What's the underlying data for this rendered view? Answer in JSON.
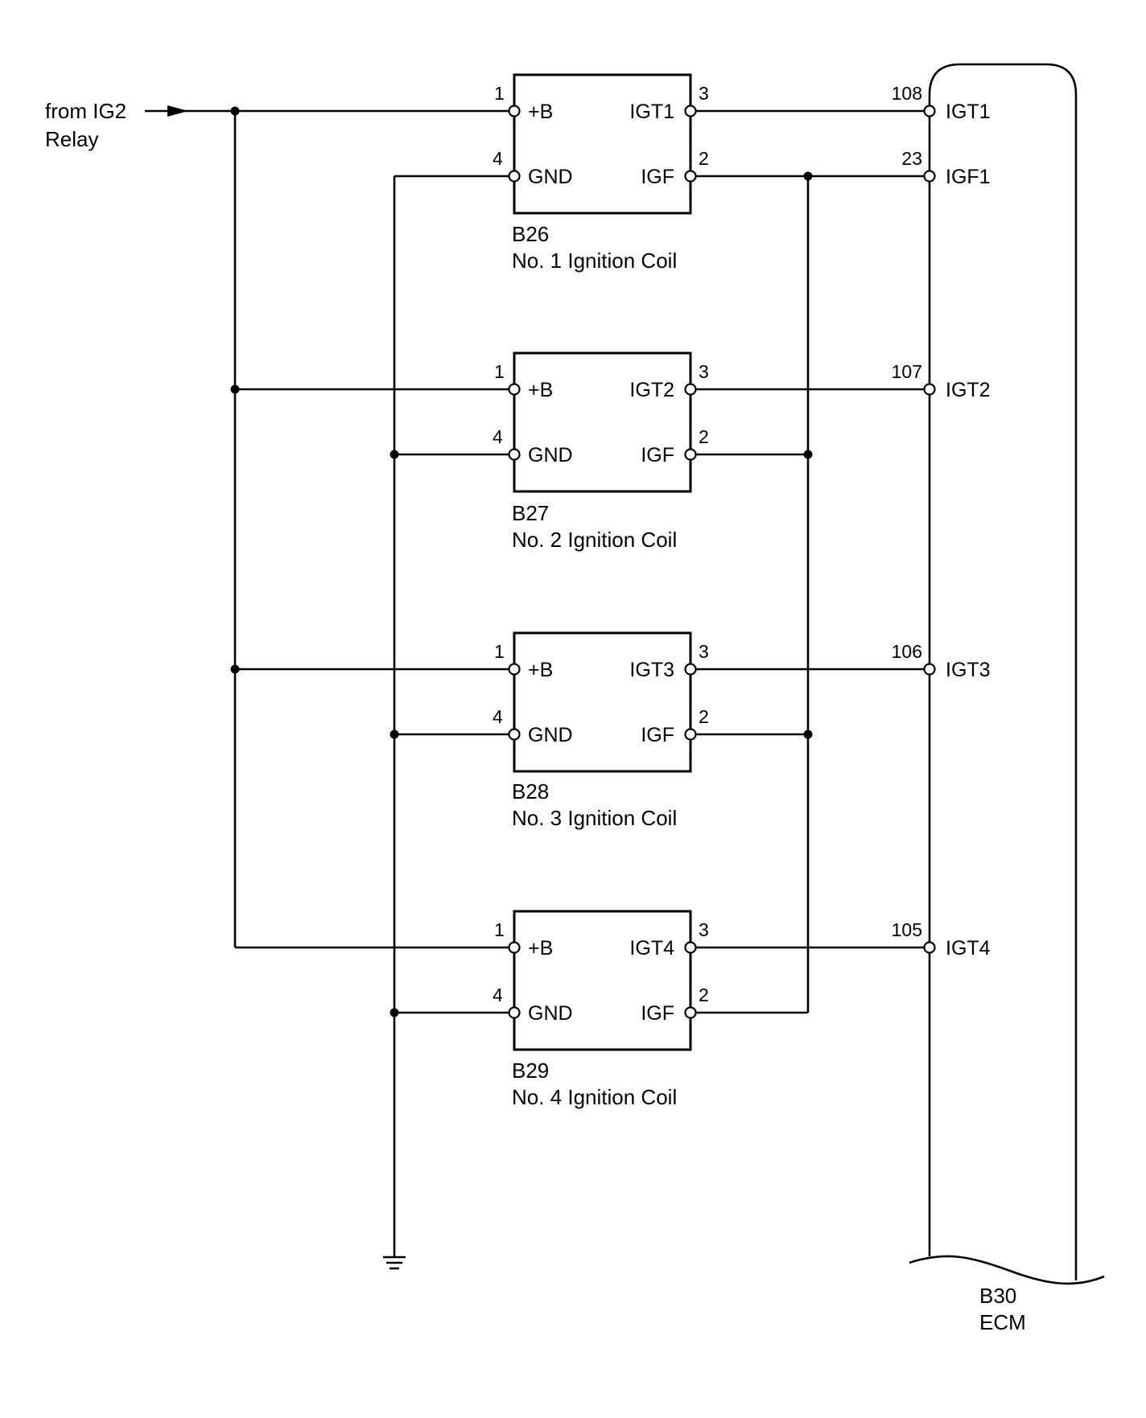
{
  "source": {
    "line1": "from IG2",
    "line2": "Relay"
  },
  "coils": [
    {
      "connector": "B26",
      "name": "No. 1 Ignition Coil",
      "pins": {
        "b_pin": "1",
        "b_sig": "+B",
        "gnd_pin": "4",
        "gnd_sig": "GND",
        "igt_pin": "3",
        "igt_sig": "IGT1",
        "igf_pin": "2",
        "igf_sig": "IGF"
      }
    },
    {
      "connector": "B27",
      "name": "No. 2 Ignition Coil",
      "pins": {
        "b_pin": "1",
        "b_sig": "+B",
        "gnd_pin": "4",
        "gnd_sig": "GND",
        "igt_pin": "3",
        "igt_sig": "IGT2",
        "igf_pin": "2",
        "igf_sig": "IGF"
      }
    },
    {
      "connector": "B28",
      "name": "No. 3 Ignition Coil",
      "pins": {
        "b_pin": "1",
        "b_sig": "+B",
        "gnd_pin": "4",
        "gnd_sig": "GND",
        "igt_pin": "3",
        "igt_sig": "IGT3",
        "igf_pin": "2",
        "igf_sig": "IGF"
      }
    },
    {
      "connector": "B29",
      "name": "No. 4 Ignition Coil",
      "pins": {
        "b_pin": "1",
        "b_sig": "+B",
        "gnd_pin": "4",
        "gnd_sig": "GND",
        "igt_pin": "3",
        "igt_sig": "IGT4",
        "igf_pin": "2",
        "igf_sig": "IGF"
      }
    }
  ],
  "ecm": {
    "connector": "B30",
    "name": "ECM",
    "terminals": [
      {
        "pin": "108",
        "signal": "IGT1"
      },
      {
        "pin": "23",
        "signal": "IGF1"
      },
      {
        "pin": "107",
        "signal": "IGT2"
      },
      {
        "pin": "106",
        "signal": "IGT3"
      },
      {
        "pin": "105",
        "signal": "IGT4"
      }
    ]
  }
}
